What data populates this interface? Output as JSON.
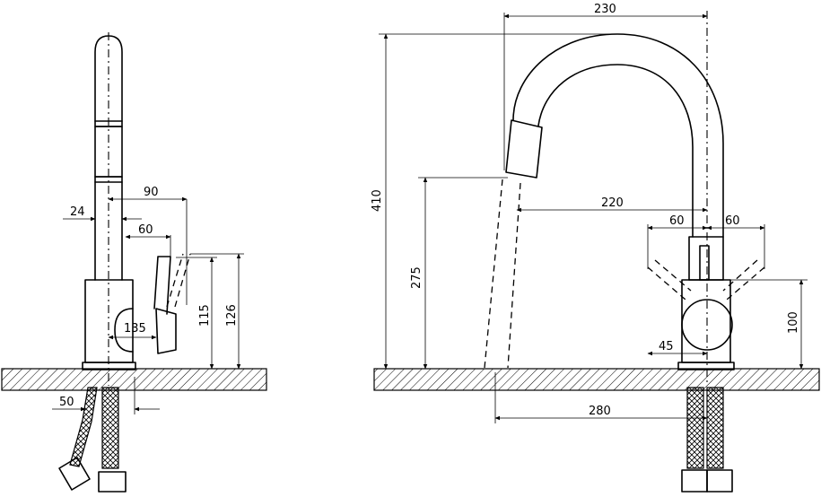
{
  "dimensions": {
    "side": {
      "d90": "90",
      "d24": "24",
      "d60": "60",
      "d135": "135",
      "d115": "115",
      "d126": "126",
      "d50": "50"
    },
    "front": {
      "d230": "230",
      "d410": "410",
      "d275": "275",
      "d220": "220",
      "d60_left": "60",
      "d60_right": "60",
      "d100": "100",
      "d45": "45",
      "d280": "280"
    }
  }
}
